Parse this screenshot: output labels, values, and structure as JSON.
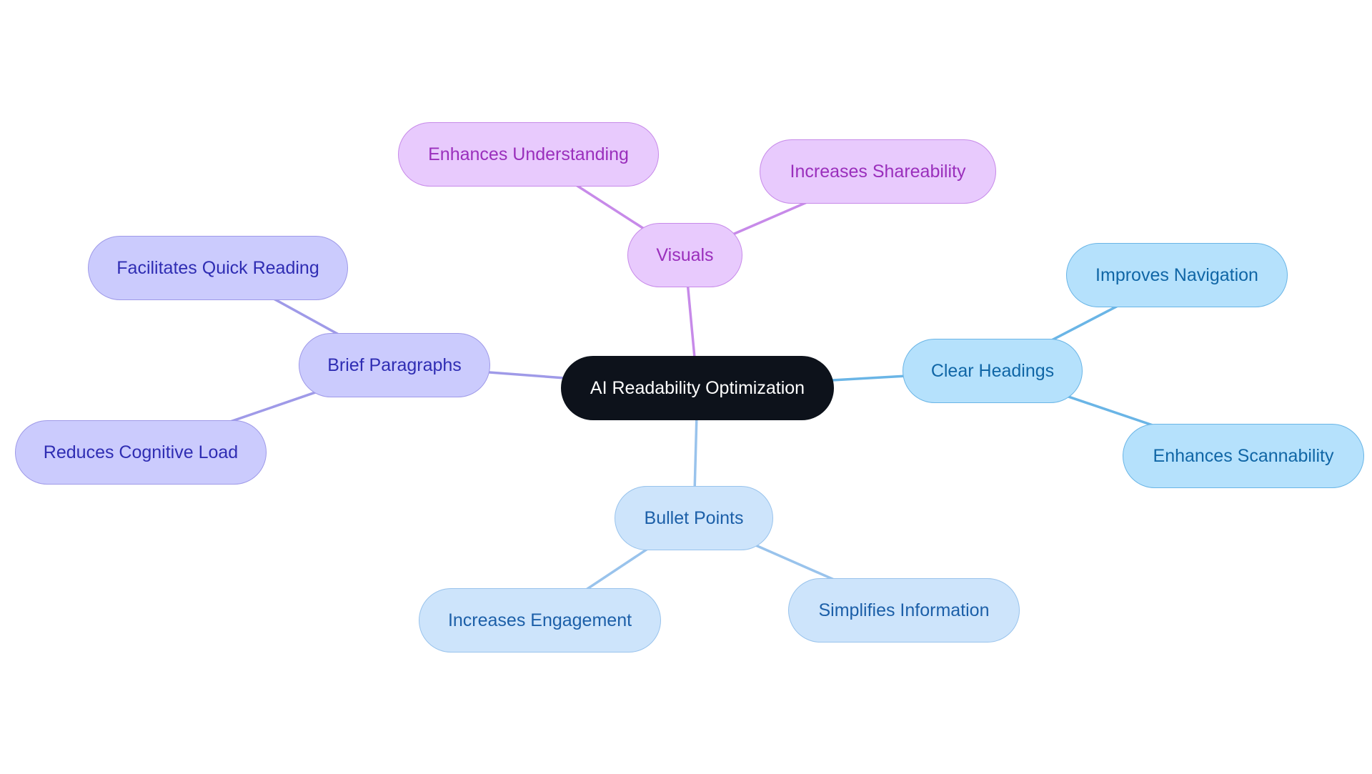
{
  "diagram": {
    "root": {
      "label": "AI Readability Optimization"
    },
    "branches": [
      {
        "id": "visuals",
        "label": "Visuals",
        "color": "#c78ae9",
        "children": [
          {
            "label": "Enhances Understanding"
          },
          {
            "label": "Increases Shareability"
          }
        ]
      },
      {
        "id": "brief",
        "label": "Brief Paragraphs",
        "color": "#9f9ae8",
        "children": [
          {
            "label": "Facilitates Quick Reading"
          },
          {
            "label": "Reduces Cognitive Load"
          }
        ]
      },
      {
        "id": "clear",
        "label": "Clear Headings",
        "color": "#6ab5e6",
        "children": [
          {
            "label": "Improves Navigation"
          },
          {
            "label": "Enhances Scannability"
          }
        ]
      },
      {
        "id": "bullet",
        "label": "Bullet Points",
        "color": "#99c3ec",
        "children": [
          {
            "label": "Increases Engagement"
          },
          {
            "label": "Simplifies Information"
          }
        ]
      }
    ]
  },
  "colors": {
    "root_fill": "#0d121b",
    "visuals_fill": "#e8cafd",
    "brief_fill": "#cbcbfd",
    "clear_fill": "#b5e1fc",
    "bullet_fill": "#cde4fb"
  }
}
